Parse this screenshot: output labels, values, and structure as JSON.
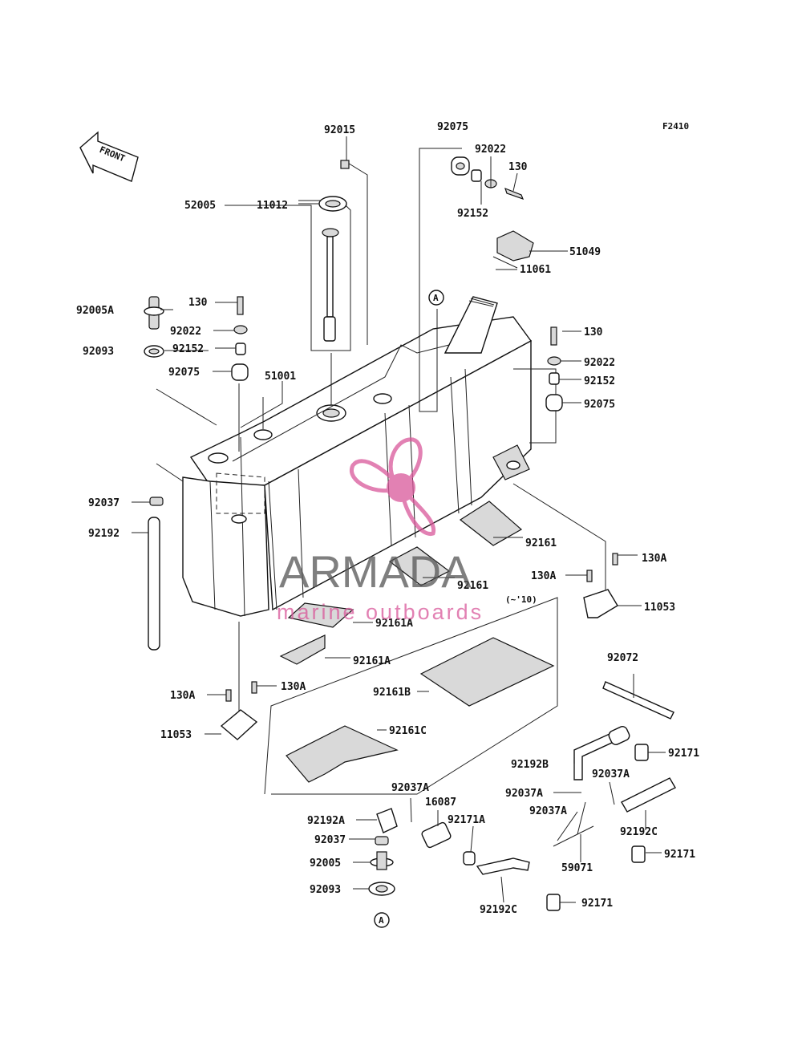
{
  "figure_code": "F2410",
  "front_label": "FRONT",
  "variant_note": "(~'10)",
  "ref_marker": "A",
  "watermark": {
    "brand": "ARMADA",
    "tagline": "marine outboards",
    "color": "#d9579a"
  },
  "labels": {
    "p92015": "92015",
    "p92075_top": "92075",
    "p92022_top": "92022",
    "p130_top": "130",
    "p92152_top": "92152",
    "p52005": "52005",
    "p11012": "11012",
    "p51049": "51049",
    "p11061": "11061",
    "p92005A": "92005A",
    "p130_left": "130",
    "p92022_left": "92022",
    "p92093_left": "92093",
    "p92152_left": "92152",
    "p92075_left": "92075",
    "p51001": "51001",
    "p130_right": "130",
    "p92022_right": "92022",
    "p92152_right": "92152",
    "p92075_right": "92075",
    "p92037_left": "92037",
    "p92192_left": "92192",
    "p92161_a": "92161",
    "p92161_b": "92161",
    "p130A_r1": "130A",
    "p130A_r2": "130A",
    "p11053_right": "11053",
    "p92161A_1": "92161A",
    "p92161A_2": "92161A",
    "p92161B": "92161B",
    "p92161C": "92161C",
    "p92072": "92072",
    "p130A_l1": "130A",
    "p130A_l2": "130A",
    "p11053_left": "11053",
    "p92171_1": "92171",
    "p92192B": "92192B",
    "p92037A_1": "92037A",
    "p92037A_2": "92037A",
    "p16087": "16087",
    "p92037A_3": "92037A",
    "p92192A": "92192A",
    "p92171A": "92171A",
    "p92037A_4": "92037A",
    "p92192C_1": "92192C",
    "p92037_bot": "92037",
    "p59071": "59071",
    "p92171_2": "92171",
    "p92005_bot": "92005",
    "p92093_bot": "92093",
    "p92192C_2": "92192C",
    "p92171_3": "92171"
  }
}
